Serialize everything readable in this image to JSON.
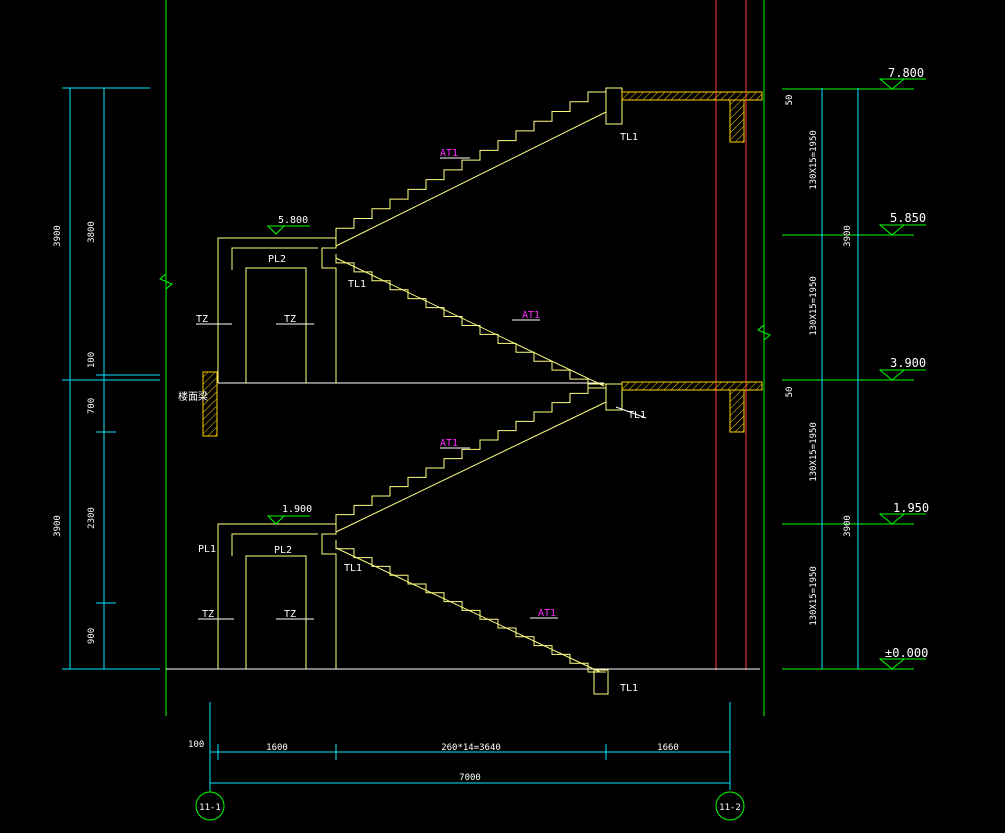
{
  "levels": [
    {
      "label": "7.800"
    },
    {
      "label": "5.850"
    },
    {
      "label": "3.900"
    },
    {
      "label": "1.950"
    },
    {
      "label": "±0.000"
    }
  ],
  "landing_levels": {
    "upper": "5.800",
    "lower": "1.900"
  },
  "flight_tag": "AT1",
  "beam_tag": "TL1",
  "platform_slab_tag": "PL2",
  "platform_slab_tag_alt": "PL1",
  "column_tag": "TZ",
  "wall_tag": "楼面梁",
  "left_dims": {
    "outer_upper": "3900",
    "outer_lower": "3900",
    "inner": [
      "3800",
      "100",
      "700",
      "2300",
      "900"
    ]
  },
  "right_dims": {
    "small": [
      "50",
      "50"
    ],
    "riser": [
      "130X15=1950",
      "130X15=1950",
      "130X15=1950",
      "130X15=1950"
    ],
    "outer": [
      "3900",
      "3900"
    ]
  },
  "bottom_dims": {
    "offset": "100",
    "segments": [
      "1600",
      "260*14=3640",
      "1660"
    ],
    "total": "7000"
  },
  "axes": [
    "11-1",
    "11-2"
  ],
  "colors": {
    "structure": "#ffff80",
    "floor_line": "#ffffff",
    "wall_line": "#00ff00",
    "dim_line": "#00e5ff",
    "axis_red": "#ff4040",
    "hatch": "#ffd000",
    "tag_magenta": "#ff2bff"
  }
}
